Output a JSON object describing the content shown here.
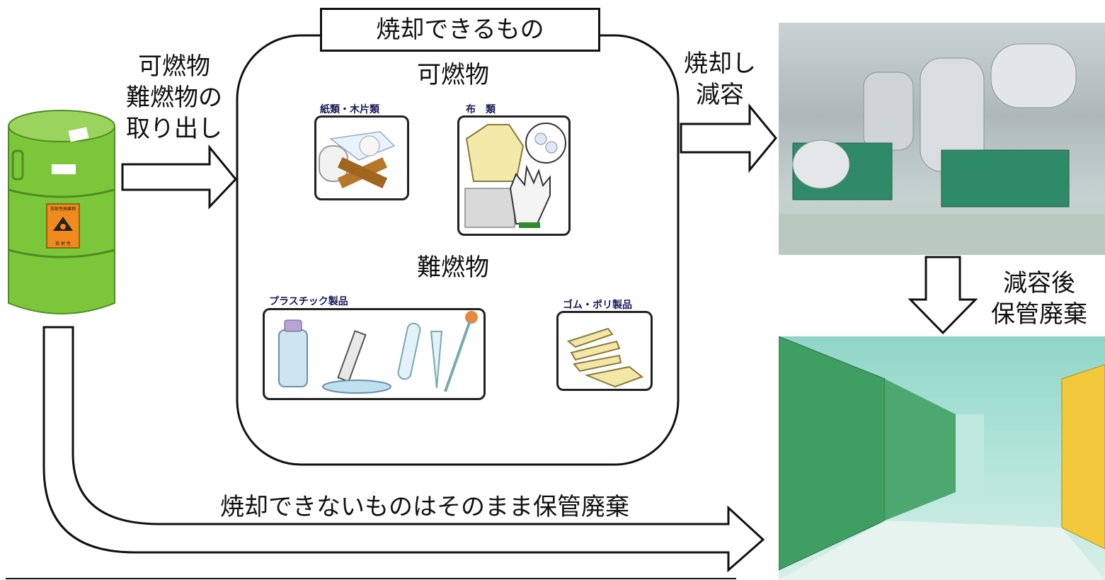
{
  "title_box": "焼却できるもの",
  "left_label": [
    "可燃物",
    "難燃物の",
    "取り出し"
  ],
  "right_label": [
    "焼却し",
    "減容"
  ],
  "down_label": [
    "減容後",
    "保管廃棄"
  ],
  "bottom_label": "焼却できないものはそのまま保管廃棄",
  "sections": {
    "combustible": "可燃物",
    "flame_retardant": "難燃物"
  },
  "categories": {
    "paper_wood": "紙類・木片類",
    "cloth": "布　類",
    "plastic": "プラスチック製品",
    "rubber": "ゴム・ポリ製品"
  },
  "drum_label": {
    "top": "放射性廃棄物",
    "bottom": "放 射 性"
  },
  "colors": {
    "drum_green": "#7cc63a",
    "label_orange": "#f08a1c",
    "incinerator_green": "#2f8a6a",
    "storage_teal": "#6fc7b5",
    "storage_yellow": "#f1c93a"
  }
}
